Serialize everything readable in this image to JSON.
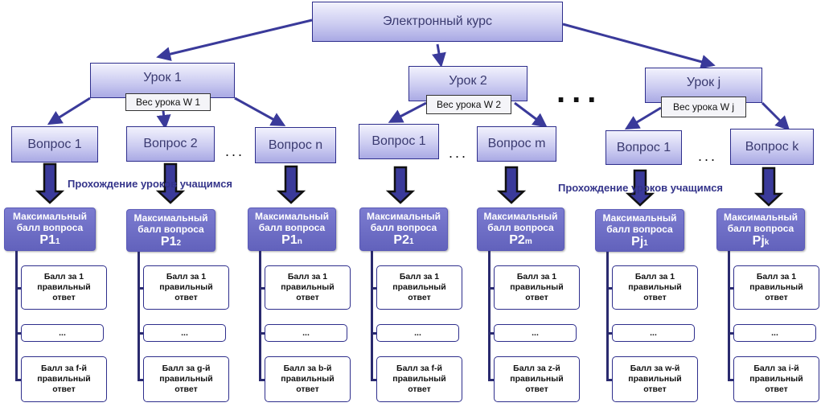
{
  "course": "Электронный курс",
  "lessons": [
    {
      "title": "Урок 1",
      "weight": "Вес урока W 1"
    },
    {
      "title": "Урок 2",
      "weight": "Вес урока W 2"
    },
    {
      "title": "Урок j",
      "weight": "Вес урока W j"
    }
  ],
  "ellipsis": "...",
  "big_ellipsis": "...",
  "progress_label": "Прохождение уроков учащимся",
  "columns": [
    {
      "question": "Вопрос 1",
      "max_line1": "Максимальный",
      "max_line2": "балл вопроса",
      "p": "P1",
      "sub": "1",
      "first": "Балл за 1 правильный ответ",
      "middle": "...",
      "last": "Балл за f-й правильный ответ"
    },
    {
      "question": "Вопрос 2",
      "max_line1": "Максимальный",
      "max_line2": "балл вопроса",
      "p": "P1",
      "sub": "2",
      "first": "Балл за 1 правильный ответ",
      "middle": "...",
      "last": "Балл за g-й правильный ответ"
    },
    {
      "question": "Вопрос n",
      "max_line1": "Максимальный",
      "max_line2": "балл вопроса",
      "p": "P1",
      "sub": "n",
      "first": "Балл за 1 правильный ответ",
      "middle": "...",
      "last": "Балл за b-й правильный ответ"
    },
    {
      "question": "Вопрос 1",
      "max_line1": "Максимальный",
      "max_line2": "балл вопроса",
      "p": "P2",
      "sub": "1",
      "first": "Балл за 1 правильный ответ",
      "middle": "...",
      "last": "Балл за f-й правильный ответ"
    },
    {
      "question": "Вопрос m",
      "max_line1": "Максимальный",
      "max_line2": "балл вопроса",
      "p": "P2",
      "sub": "m",
      "first": "Балл за 1 правильный ответ",
      "middle": "...",
      "last": "Балл за z-й правильный ответ"
    },
    {
      "question": "Вопрос 1",
      "max_line1": "Максимальный",
      "max_line2": "балл вопроса",
      "p": "Pj",
      "sub": "1",
      "first": "Балл за 1 правильный ответ",
      "middle": "...",
      "last": "Балл за w-й правильный ответ"
    },
    {
      "question": "Вопрос k",
      "max_line1": "Максимальный",
      "max_line2": "балл вопроса",
      "p": "Pj",
      "sub": "k",
      "first": "Балл за 1 правильный ответ",
      "middle": "...",
      "last": "Балл за i-й правильный ответ"
    }
  ],
  "colors": {
    "accent": "#2e2e8c",
    "max_fill": "#6e6ec8",
    "label": "#34348a"
  }
}
